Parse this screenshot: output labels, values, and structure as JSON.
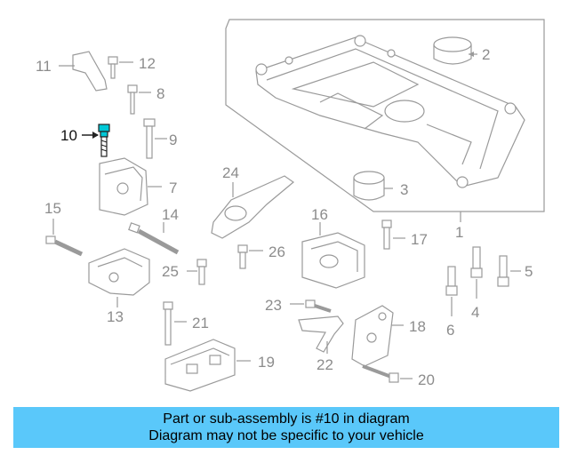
{
  "callouts": [
    {
      "id": "1",
      "label": "1"
    },
    {
      "id": "2",
      "label": "2"
    },
    {
      "id": "3",
      "label": "3"
    },
    {
      "id": "4",
      "label": "4"
    },
    {
      "id": "5",
      "label": "5"
    },
    {
      "id": "6",
      "label": "6"
    },
    {
      "id": "7",
      "label": "7"
    },
    {
      "id": "8",
      "label": "8"
    },
    {
      "id": "9",
      "label": "9"
    },
    {
      "id": "10",
      "label": "10"
    },
    {
      "id": "11",
      "label": "11"
    },
    {
      "id": "12",
      "label": "12"
    },
    {
      "id": "13",
      "label": "13"
    },
    {
      "id": "14",
      "label": "14"
    },
    {
      "id": "15",
      "label": "15"
    },
    {
      "id": "16",
      "label": "16"
    },
    {
      "id": "17",
      "label": "17"
    },
    {
      "id": "18",
      "label": "18"
    },
    {
      "id": "19",
      "label": "19"
    },
    {
      "id": "20",
      "label": "20"
    },
    {
      "id": "21",
      "label": "21"
    },
    {
      "id": "22",
      "label": "22"
    },
    {
      "id": "23",
      "label": "23"
    },
    {
      "id": "24",
      "label": "24"
    },
    {
      "id": "25",
      "label": "25"
    },
    {
      "id": "26",
      "label": "26"
    }
  ],
  "highlight_part": "10",
  "highlight_color": "#00c8d7",
  "banner": {
    "line1": "Part or sub-assembly is #10 in diagram",
    "line2": "Diagram may not be specific to your vehicle",
    "background": "#5ac8fa"
  }
}
